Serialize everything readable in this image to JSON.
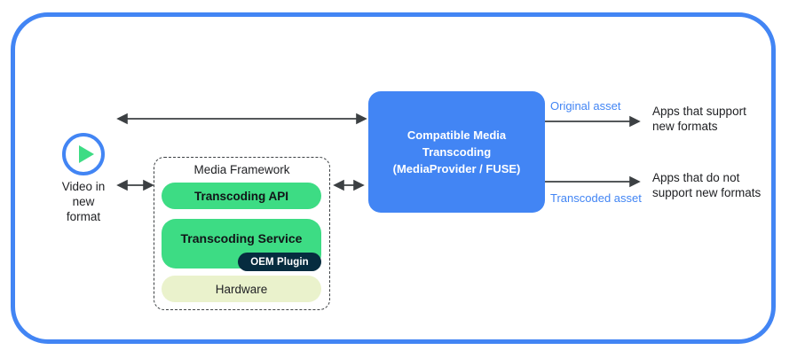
{
  "diagram": {
    "title_present": false,
    "colors": {
      "frame_blue": "#4285f4",
      "block_blue": "#4285f4",
      "green": "#3ddc84",
      "hardware_green": "#eaf2cc",
      "oem_navy": "#062c3f",
      "arrow_dark": "#3c4043",
      "text_dark": "#202124"
    },
    "source": {
      "icon_name": "play-circle-icon",
      "caption": "Video in\nnew\nformat"
    },
    "media_framework": {
      "title": "Media Framework",
      "layers": [
        {
          "id": "transcoding-api",
          "label": "Transcoding API",
          "style": "green-pill"
        },
        {
          "id": "transcoding-service",
          "label": "Transcoding Service",
          "style": "green-pill"
        },
        {
          "id": "hardware",
          "label": "Hardware",
          "style": "pale-pill"
        }
      ],
      "badge": {
        "id": "oem-plugin",
        "label": "OEM Plugin"
      }
    },
    "central_block": {
      "label": "Compatible Media\nTranscoding\n(MediaProvider / FUSE)"
    },
    "edge_labels": {
      "original_asset": "Original asset",
      "transcoded_asset": "Transcoded asset"
    },
    "sinks": [
      {
        "id": "apps-support",
        "label": "Apps that support\nnew formats"
      },
      {
        "id": "apps-no-support",
        "label": "Apps that do not\nsupport new formats"
      }
    ],
    "arrows": [
      {
        "id": "video-to-cmt-top",
        "direction": "bidirectional"
      },
      {
        "id": "video-to-framework",
        "direction": "bidirectional"
      },
      {
        "id": "framework-to-cmt",
        "direction": "bidirectional"
      },
      {
        "id": "cmt-to-apps-support",
        "direction": "right"
      },
      {
        "id": "cmt-to-apps-nosupport",
        "direction": "right"
      }
    ]
  }
}
